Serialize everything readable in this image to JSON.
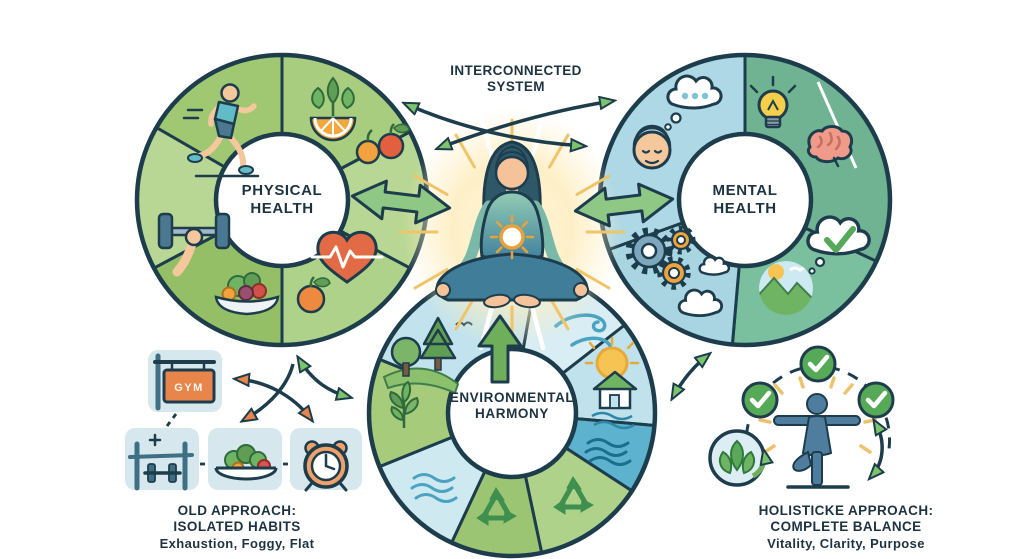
{
  "header": {
    "title_line1": "INTERCONNECTED",
    "title_line2": "SYSTEM"
  },
  "rings": {
    "physical": {
      "line1": "PHYSICAL",
      "line2": "HEALTH",
      "icons": [
        "runner",
        "sprout-citrus",
        "apples",
        "dumbbell-hand",
        "vegetable-bowl",
        "heart-ekg",
        "apple"
      ]
    },
    "mental": {
      "line1": "MENTAL",
      "line2": "HEALTH",
      "icons": [
        "thinking-face",
        "thought-bubble",
        "lightbulb",
        "brain",
        "gears",
        "clouds",
        "landscape",
        "check-thought-bubble"
      ]
    },
    "environmental": {
      "line1": "ENVIRONMENTAL",
      "line2": "HARMONY",
      "icons": [
        "trees",
        "bird",
        "wind",
        "sun",
        "eco-house",
        "water-waves",
        "recycling",
        "recycling",
        "water-waves",
        "leaf-plant",
        "up-arrow"
      ]
    }
  },
  "center_figure": "meditating-person-with-inner-light",
  "old_approach": {
    "heading": "OLD APPROACH:",
    "subheading": "ISOLATED HABITS",
    "caption": "Exhaustion, Foggy, Flat",
    "gym_sign_label": "GYM",
    "tiles": [
      "gym-sign",
      "weight-bench",
      "salad-plate",
      "alarm-clock"
    ]
  },
  "holistic_approach": {
    "heading": "HOLISTICKE APPROACH:",
    "subheading": "COMPLETE BALANCE",
    "caption": "Vitality, Clarity, Purpose",
    "elements": [
      "balance-pose-person",
      "check-circles",
      "leaf-badge",
      "cycle-arrows"
    ]
  },
  "colors": {
    "outline": "#1e3d4c",
    "physical_ring_green": "#a4ca78",
    "mental_ring_blue": "#a9d5e3",
    "mental_ring_teal": "#6fb392",
    "environment_blue": "#bfe2ec",
    "glow_yellow": "#fdeec2",
    "arrow_green": "#7cc36c",
    "accent_orange": "#e8854a",
    "check_green": "#56a957",
    "text": "#1e3340"
  }
}
